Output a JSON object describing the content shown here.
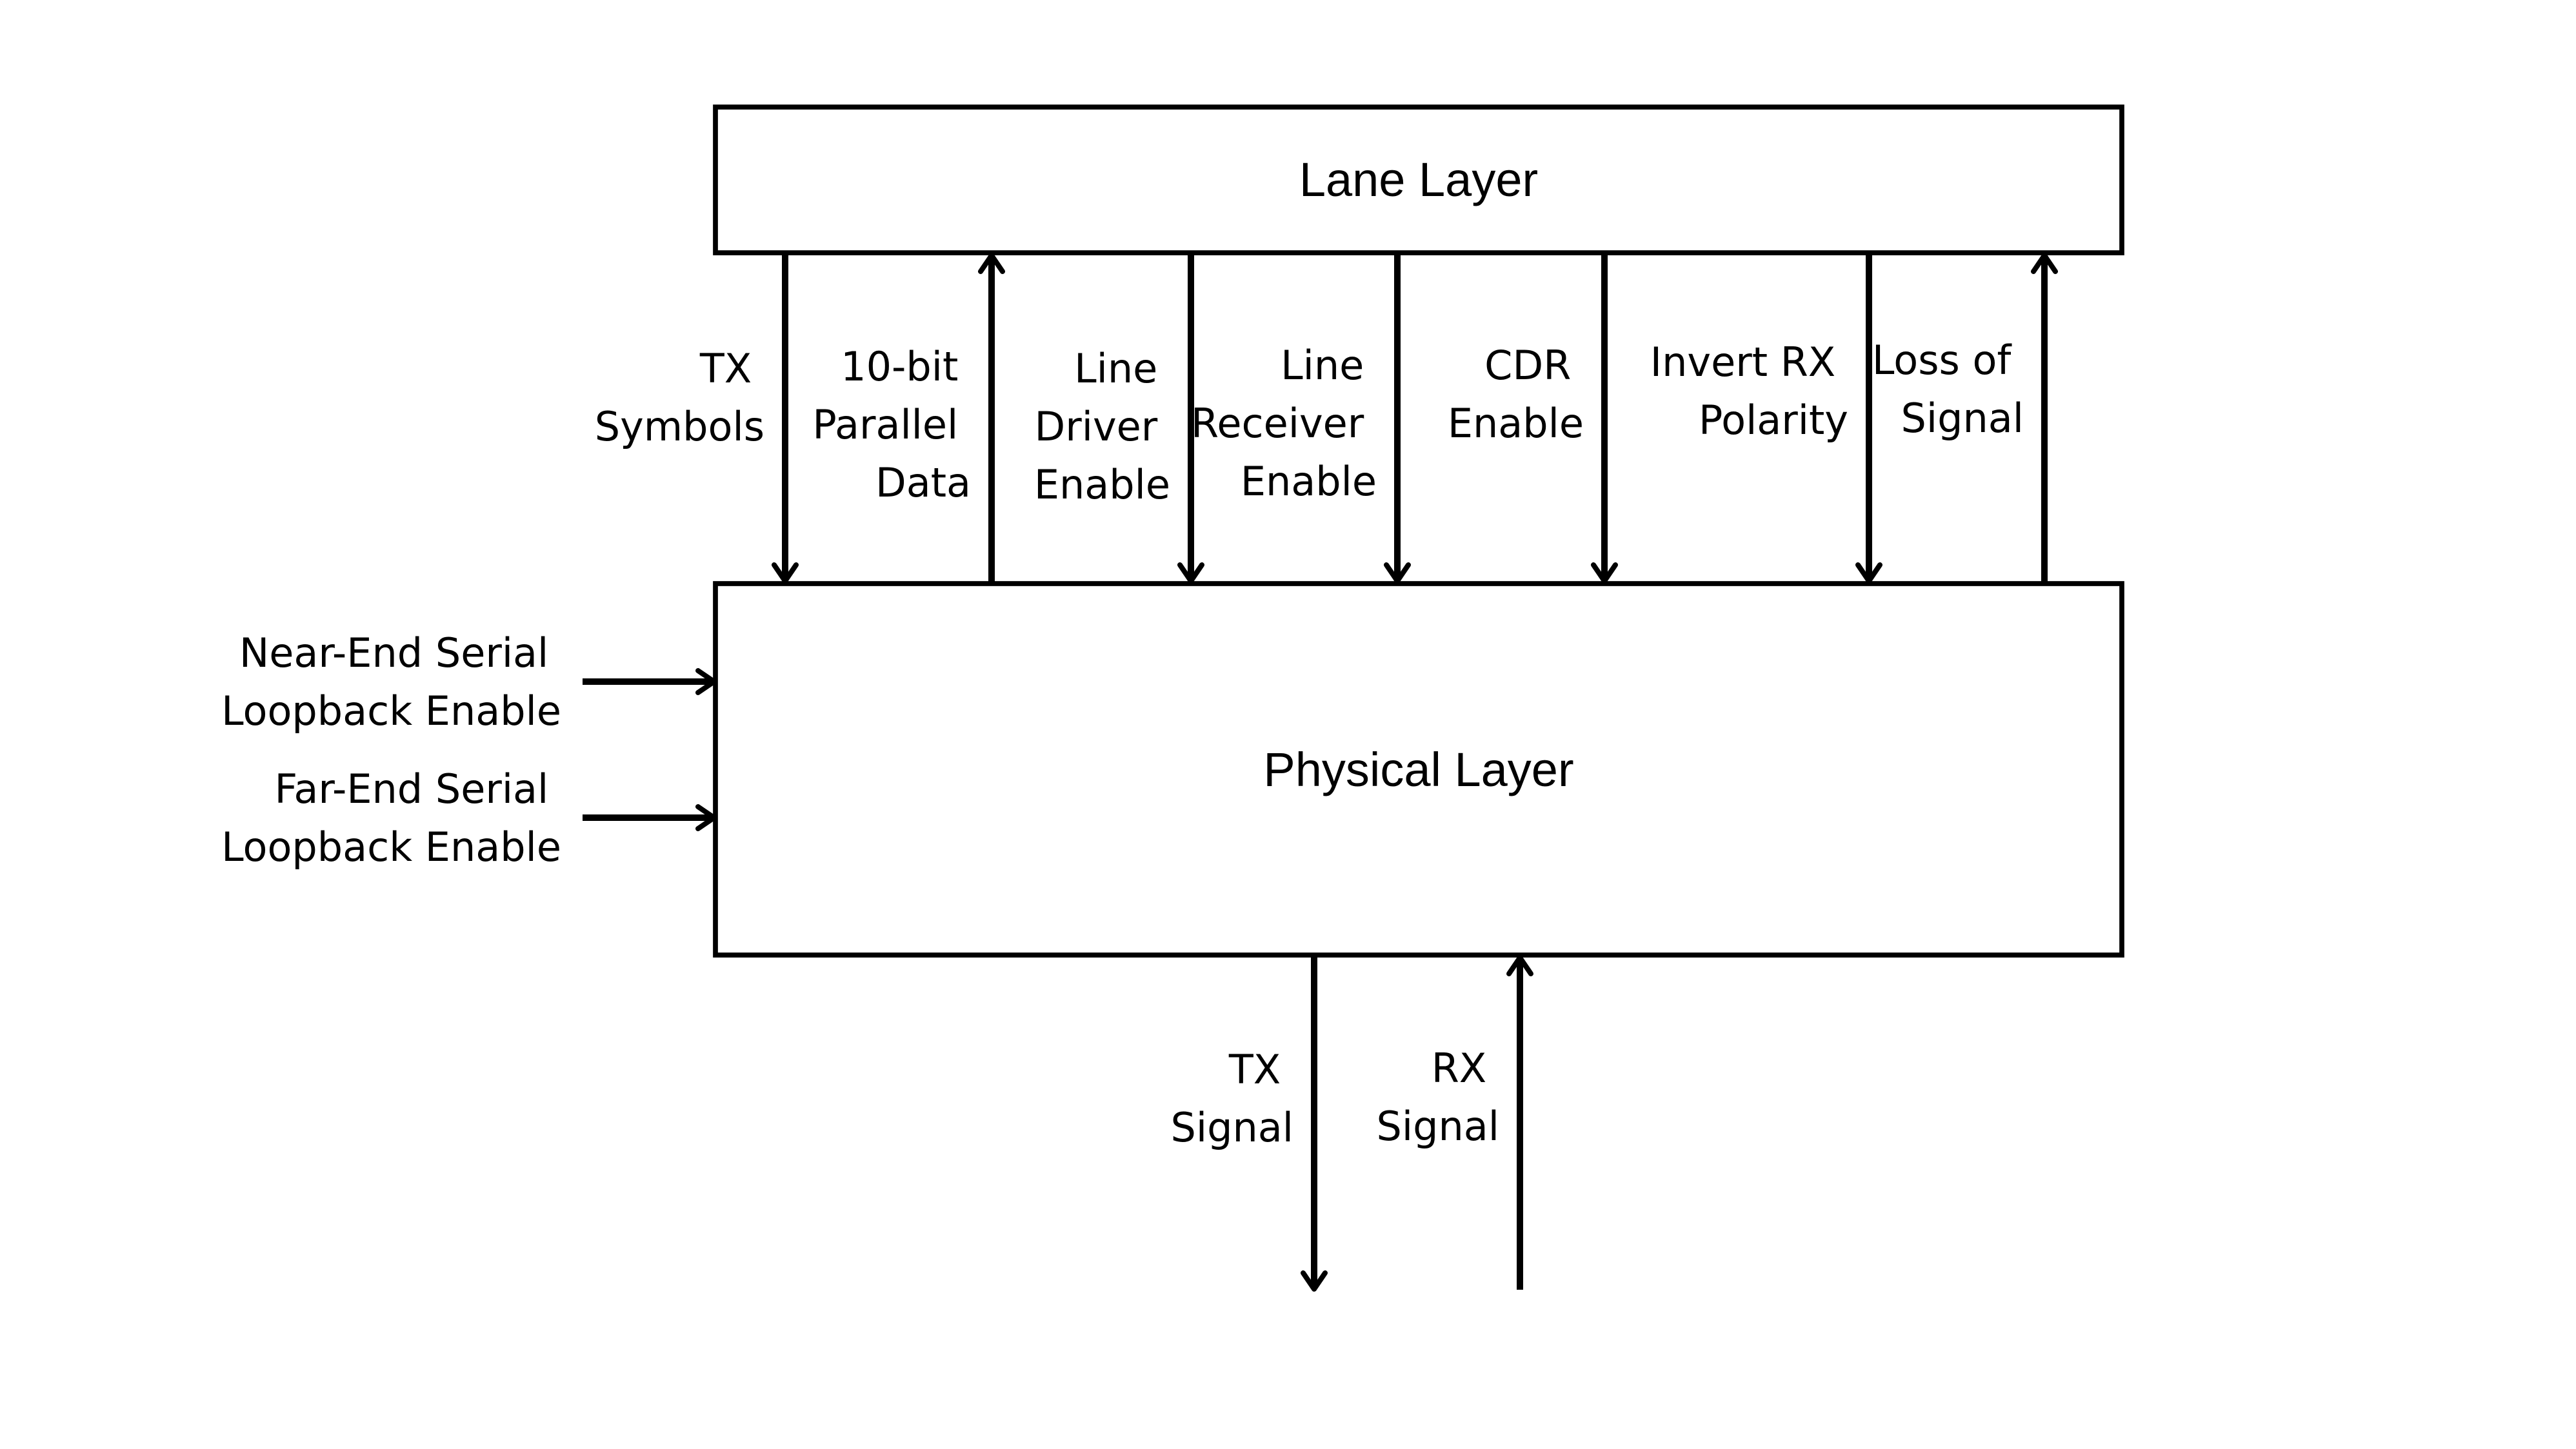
{
  "blocks": {
    "lane": "Lane Layer",
    "physical": "Physical Layer"
  },
  "signals": {
    "tx_symbols": [
      "TX",
      "Symbols"
    ],
    "parallel_data": [
      "10-bit",
      "Parallel",
      "Data"
    ],
    "line_driver_enable": [
      "Line",
      "Driver",
      "Enable"
    ],
    "line_receiver_enable": [
      "Line",
      "Receiver",
      "Enable"
    ],
    "cdr_enable": [
      "CDR",
      "Enable"
    ],
    "invert_rx_polarity": [
      "Invert RX",
      "Polarity"
    ],
    "loss_of_signal": [
      "Loss of",
      "Signal"
    ],
    "near_end_loopback": [
      "Near-End Serial",
      "Loopback Enable"
    ],
    "far_end_loopback": [
      "Far-End Serial",
      "Loopback Enable"
    ],
    "tx_signal": [
      "TX",
      "Signal"
    ],
    "rx_signal": [
      "RX",
      "Signal"
    ]
  }
}
